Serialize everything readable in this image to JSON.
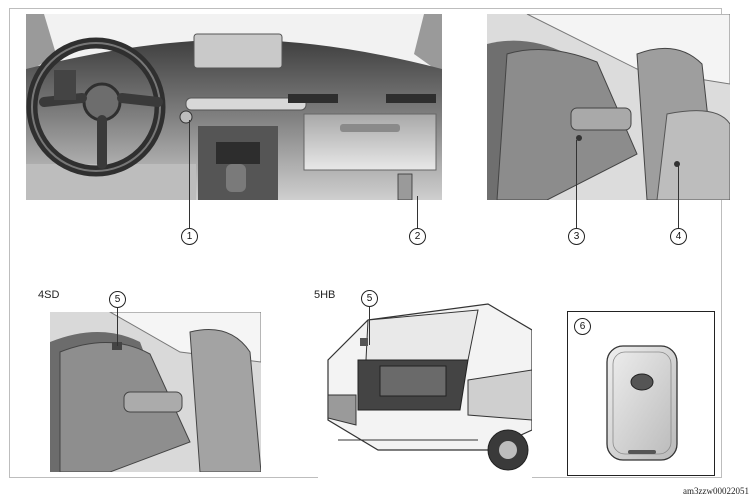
{
  "callouts": {
    "c1": "1",
    "c2": "2",
    "c3": "3",
    "c4": "4",
    "c5a": "5",
    "c5b": "5",
    "c6": "6"
  },
  "labels": {
    "sedan": "4SD",
    "hatchback": "5HB"
  },
  "figure_code": "am3zzw00022051",
  "colors": {
    "panel_dark": "#4a4a4a",
    "panel_mid": "#8a8a8a",
    "panel_light": "#d6d6d6",
    "line": "#222222"
  }
}
